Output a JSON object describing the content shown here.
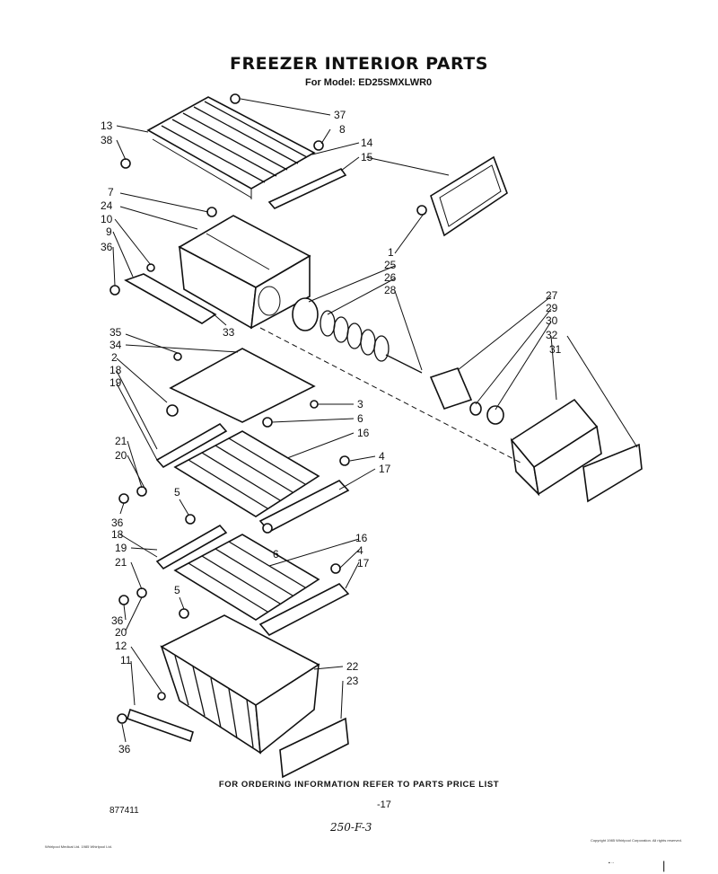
{
  "header": {
    "title": "FREEZER INTERIOR PARTS",
    "subtitle": "For Model: ED25SMXLWR0"
  },
  "footer": {
    "ordering_note": "FOR ORDERING INFORMATION REFER TO PARTS PRICE LIST",
    "page_number": "-17",
    "catalog_number": "877411",
    "handwritten_note": "250-F-3",
    "fine_print_left": "Whirlpool Medical Ltd. 1985 Whirlpool Ltd.",
    "fine_print_right": "Copyright 1985 Whirlpool Corporation. All rights reserved."
  },
  "callouts": [
    "13",
    "38",
    "37",
    "8",
    "14",
    "15",
    "7",
    "24",
    "10",
    "9",
    "36",
    "1",
    "25",
    "26",
    "28",
    "27",
    "29",
    "30",
    "32",
    "31",
    "33",
    "35",
    "34",
    "2",
    "18",
    "19",
    "3",
    "6",
    "16",
    "4",
    "21",
    "20",
    "17",
    "5",
    "36",
    "18",
    "19",
    "16",
    "4",
    "6",
    "21",
    "17",
    "5",
    "36",
    "20",
    "12",
    "11",
    "22",
    "23",
    "36"
  ]
}
